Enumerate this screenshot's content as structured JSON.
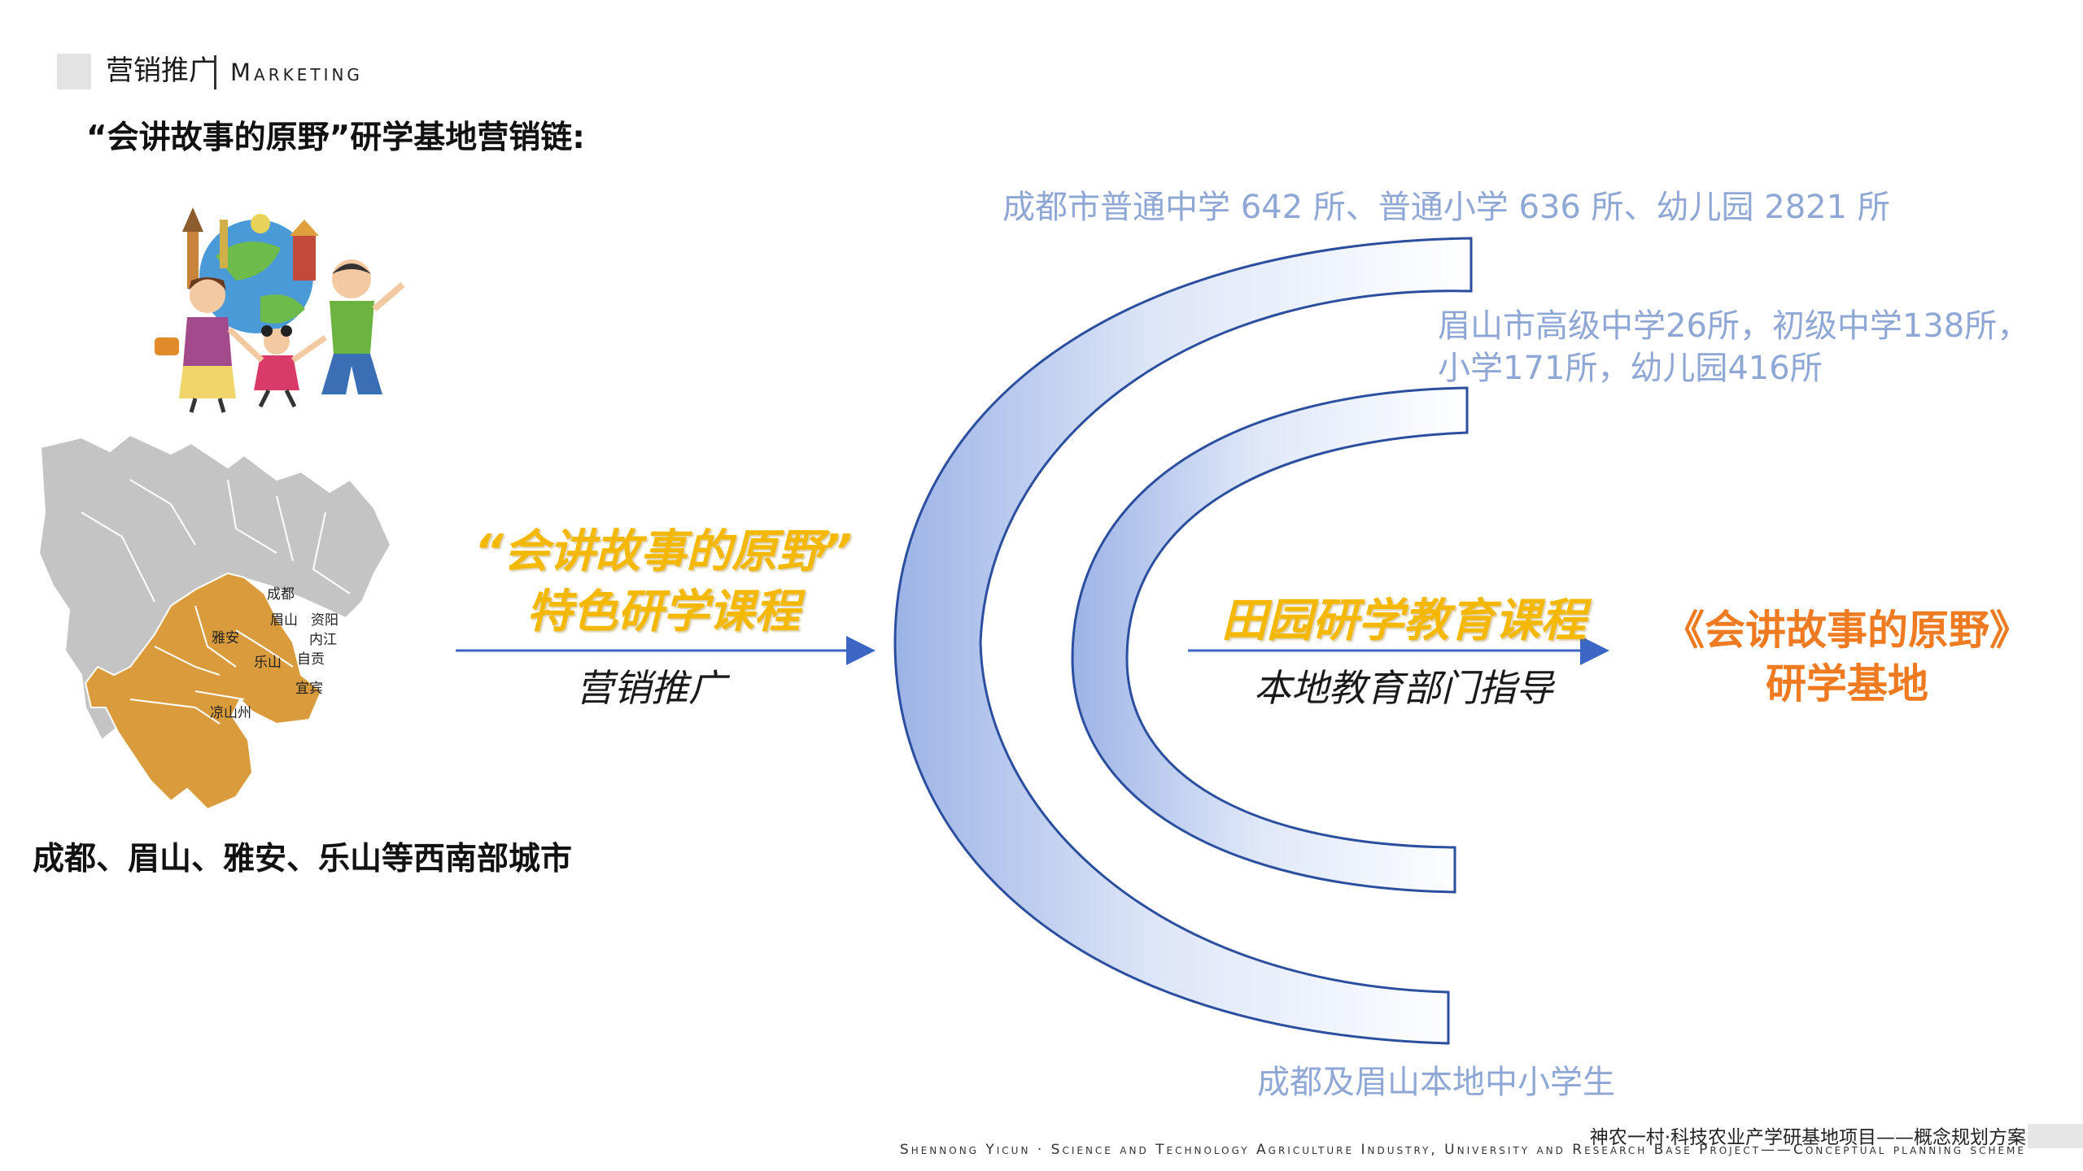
{
  "section": {
    "cn": "营销推广",
    "en": "Marketing"
  },
  "title": "“会讲故事的原野”研学基地营销链:",
  "map": {
    "labels": {
      "chengdu": "成都",
      "meishan": "眉山",
      "ziyang": "资阳",
      "neijiang": "内江",
      "yaan": "雅安",
      "leshan": "乐山",
      "zigong": "自贡",
      "yibin": "宜宾",
      "liangshan": "凉山州"
    },
    "colors": {
      "region_gray": "#c4c4c4",
      "region_highlight": "#d99b3c"
    }
  },
  "cities_caption": "成都、眉山、雅安、乐山等西南部城市",
  "flow": {
    "left_course_line1": "“会讲故事的原野”",
    "left_course_line2": "特色研学课程",
    "left_arrow_label": "营销推广",
    "farm_course": "田园研学教育课程",
    "right_arrow_label": "本地教育部门指导",
    "base_line1": "《会讲故事的原野》",
    "base_line2": "研学基地"
  },
  "stats": {
    "chengdu": "成都市普通中学 642 所、普通小学 636 所、幼儿园 2821 所",
    "meishan_line1": "眉山市高级中学26所，初级中学138所，",
    "meishan_line2": "小学171所，幼儿园416所",
    "students": "成都及眉山本地中小学生"
  },
  "footer": {
    "cn": "神农一村·科技农业产学研基地项目——概念规划方案",
    "en": "Shennong Yicun · Science and Technology Agriculture Industry, University and Research Base Project——Conceptual planning scheme"
  },
  "colors": {
    "gold": "#f5b800",
    "orange": "#ee7b22",
    "stat_blue": "#8fa7d4",
    "arc_stroke": "#2b4f9e",
    "arrow_blue": "#3b66c4"
  },
  "icons": [
    "family-travel-illustration",
    "sichuan-map"
  ]
}
